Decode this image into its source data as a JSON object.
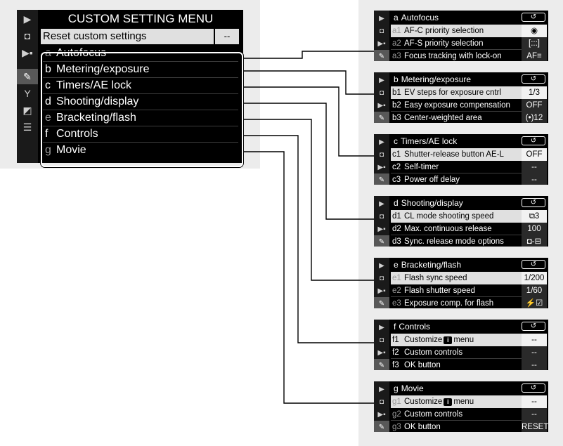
{
  "main_menu": {
    "title": "CUSTOM SETTING MENU",
    "reset_label": "Reset custom settings",
    "reset_value": "--",
    "icons": [
      "playback-icon",
      "photo-shooting-icon",
      "movie-shooting-icon",
      "pencil-icon",
      "wrench-icon",
      "retouch-icon",
      "my-menu-icon"
    ],
    "items": [
      {
        "letter": "a",
        "label": "Autofocus",
        "dim": true
      },
      {
        "letter": "b",
        "label": "Metering/exposure",
        "dim": false
      },
      {
        "letter": "c",
        "label": "Timers/AE lock",
        "dim": false
      },
      {
        "letter": "d",
        "label": "Shooting/display",
        "dim": false
      },
      {
        "letter": "e",
        "label": "Bracketing/flash",
        "dim": true
      },
      {
        "letter": "f",
        "label": "Controls",
        "dim": false
      },
      {
        "letter": "g",
        "label": "Movie",
        "dim": true
      }
    ]
  },
  "panels": [
    {
      "letter": "a",
      "title": "Autofocus",
      "back": "↺",
      "rows": [
        {
          "code": "a1",
          "label": "AF-C priority selection",
          "value": "◉"
        },
        {
          "code": "a2",
          "label": "AF-S priority selection",
          "value": "[:::]"
        },
        {
          "code": "a3",
          "label": "Focus tracking with lock-on",
          "value": "AF≡"
        }
      ]
    },
    {
      "letter": "b",
      "title": "Metering/exposure",
      "back": "↺",
      "rows": [
        {
          "code": "b1",
          "label": "EV steps for exposure cntrl",
          "value": "1/3"
        },
        {
          "code": "b2",
          "label": "Easy exposure compensation",
          "value": "OFF"
        },
        {
          "code": "b3",
          "label": "Center-weighted area",
          "value": "(•)12"
        }
      ]
    },
    {
      "letter": "c",
      "title": "Timers/AE lock",
      "back": "↺",
      "rows": [
        {
          "code": "c1",
          "label": "Shutter-release button AE-L",
          "value": "OFF"
        },
        {
          "code": "c2",
          "label": "Self-timer",
          "value": "--"
        },
        {
          "code": "c3",
          "label": "Power off delay",
          "value": "--"
        }
      ]
    },
    {
      "letter": "d",
      "title": "Shooting/display",
      "back": "↺",
      "rows": [
        {
          "code": "d1",
          "label": "CL mode shooting speed",
          "value": "⧉3"
        },
        {
          "code": "d2",
          "label": "Max. continuous release",
          "value": "100"
        },
        {
          "code": "d3",
          "label": "Sync. release mode options",
          "value": "◘-⊟"
        }
      ]
    },
    {
      "letter": "e",
      "title": "Bracketing/flash",
      "back": "↺",
      "rows": [
        {
          "code": "e1",
          "label": "Flash sync speed",
          "value": "1/200"
        },
        {
          "code": "e2",
          "label": "Flash shutter speed",
          "value": "1/60"
        },
        {
          "code": "e3",
          "label": "Exposure comp. for flash",
          "value": "⚡☑"
        }
      ]
    },
    {
      "letter": "f",
      "title": "Controls",
      "back": "↺",
      "rows": [
        {
          "code": "f1",
          "label": "Customize",
          "badge": "i",
          "after": "menu",
          "value": "--"
        },
        {
          "code": "f2",
          "label": "Custom controls",
          "value": "--"
        },
        {
          "code": "f3",
          "label": "OK button",
          "value": "--"
        }
      ]
    },
    {
      "letter": "g",
      "title": "Movie",
      "back": "↺",
      "rows": [
        {
          "code": "g1",
          "label": "Customize",
          "badge": "i",
          "after": "menu",
          "value": "--"
        },
        {
          "code": "g2",
          "label": "Custom controls",
          "value": "--"
        },
        {
          "code": "g3",
          "label": "OK button",
          "value": "RESET"
        }
      ]
    }
  ]
}
